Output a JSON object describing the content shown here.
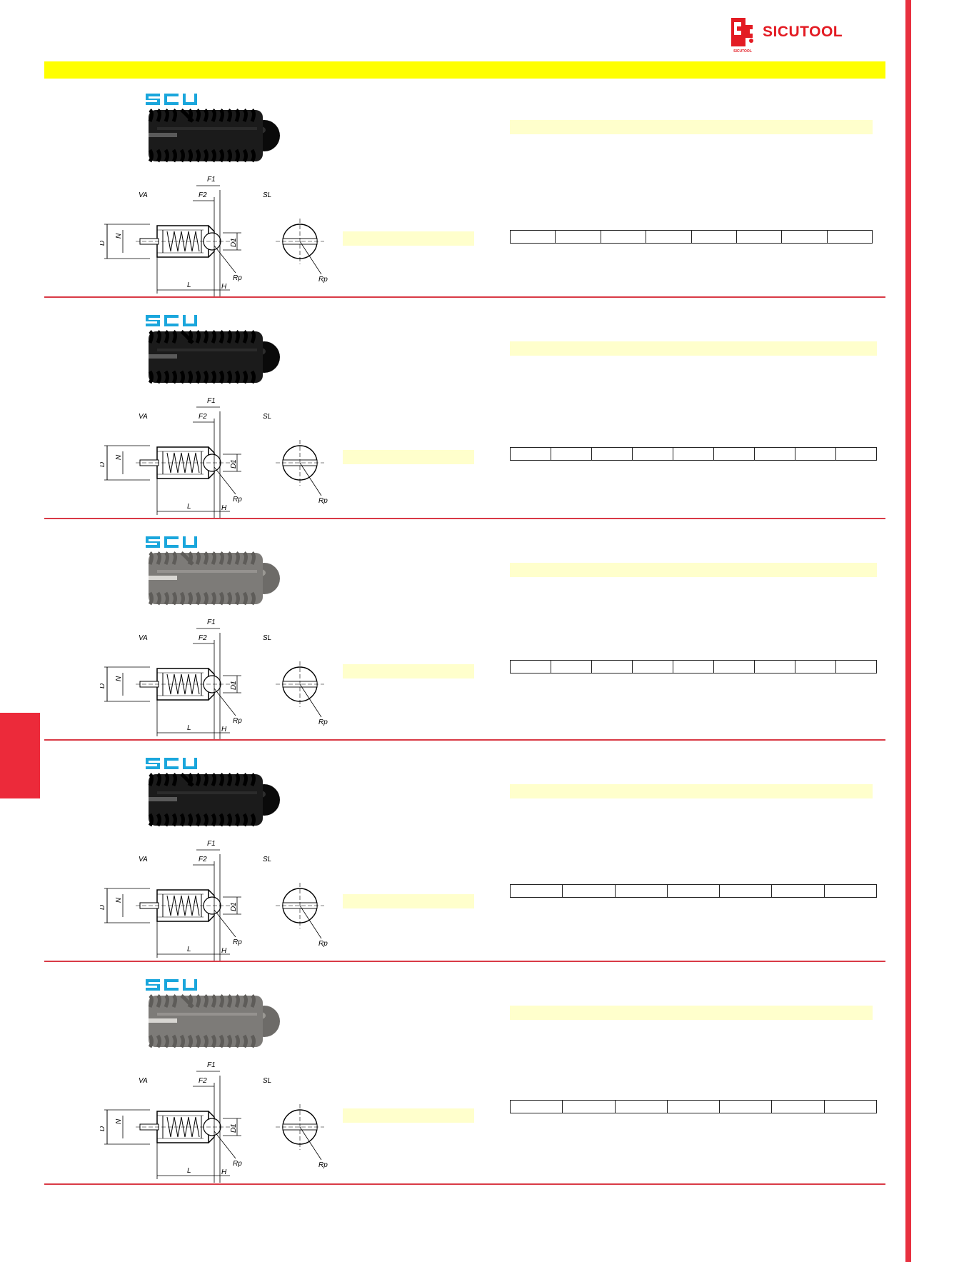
{
  "header": {
    "logo_name": "SICUTOOL",
    "logo_sub": "SICUTOOL",
    "brand_color": "#e31b23",
    "band_color": "#ffff00"
  },
  "sections": [
    {
      "brand": "SCU",
      "finish": "black",
      "table_columns": 8
    },
    {
      "brand": "SCU",
      "finish": "black",
      "table_columns": 9
    },
    {
      "brand": "SCU",
      "finish": "steel",
      "table_columns": 9
    },
    {
      "brand": "SCU",
      "finish": "black",
      "table_columns": 7
    },
    {
      "brand": "SCU",
      "finish": "steel",
      "table_columns": 7
    }
  ],
  "drawing_labels": {
    "va": "VA",
    "sl": "SL",
    "f1": "F1",
    "f2": "F2",
    "d": "D",
    "n": "N",
    "d1": "D1",
    "l": "L",
    "h": "H",
    "rp": "Rp"
  }
}
